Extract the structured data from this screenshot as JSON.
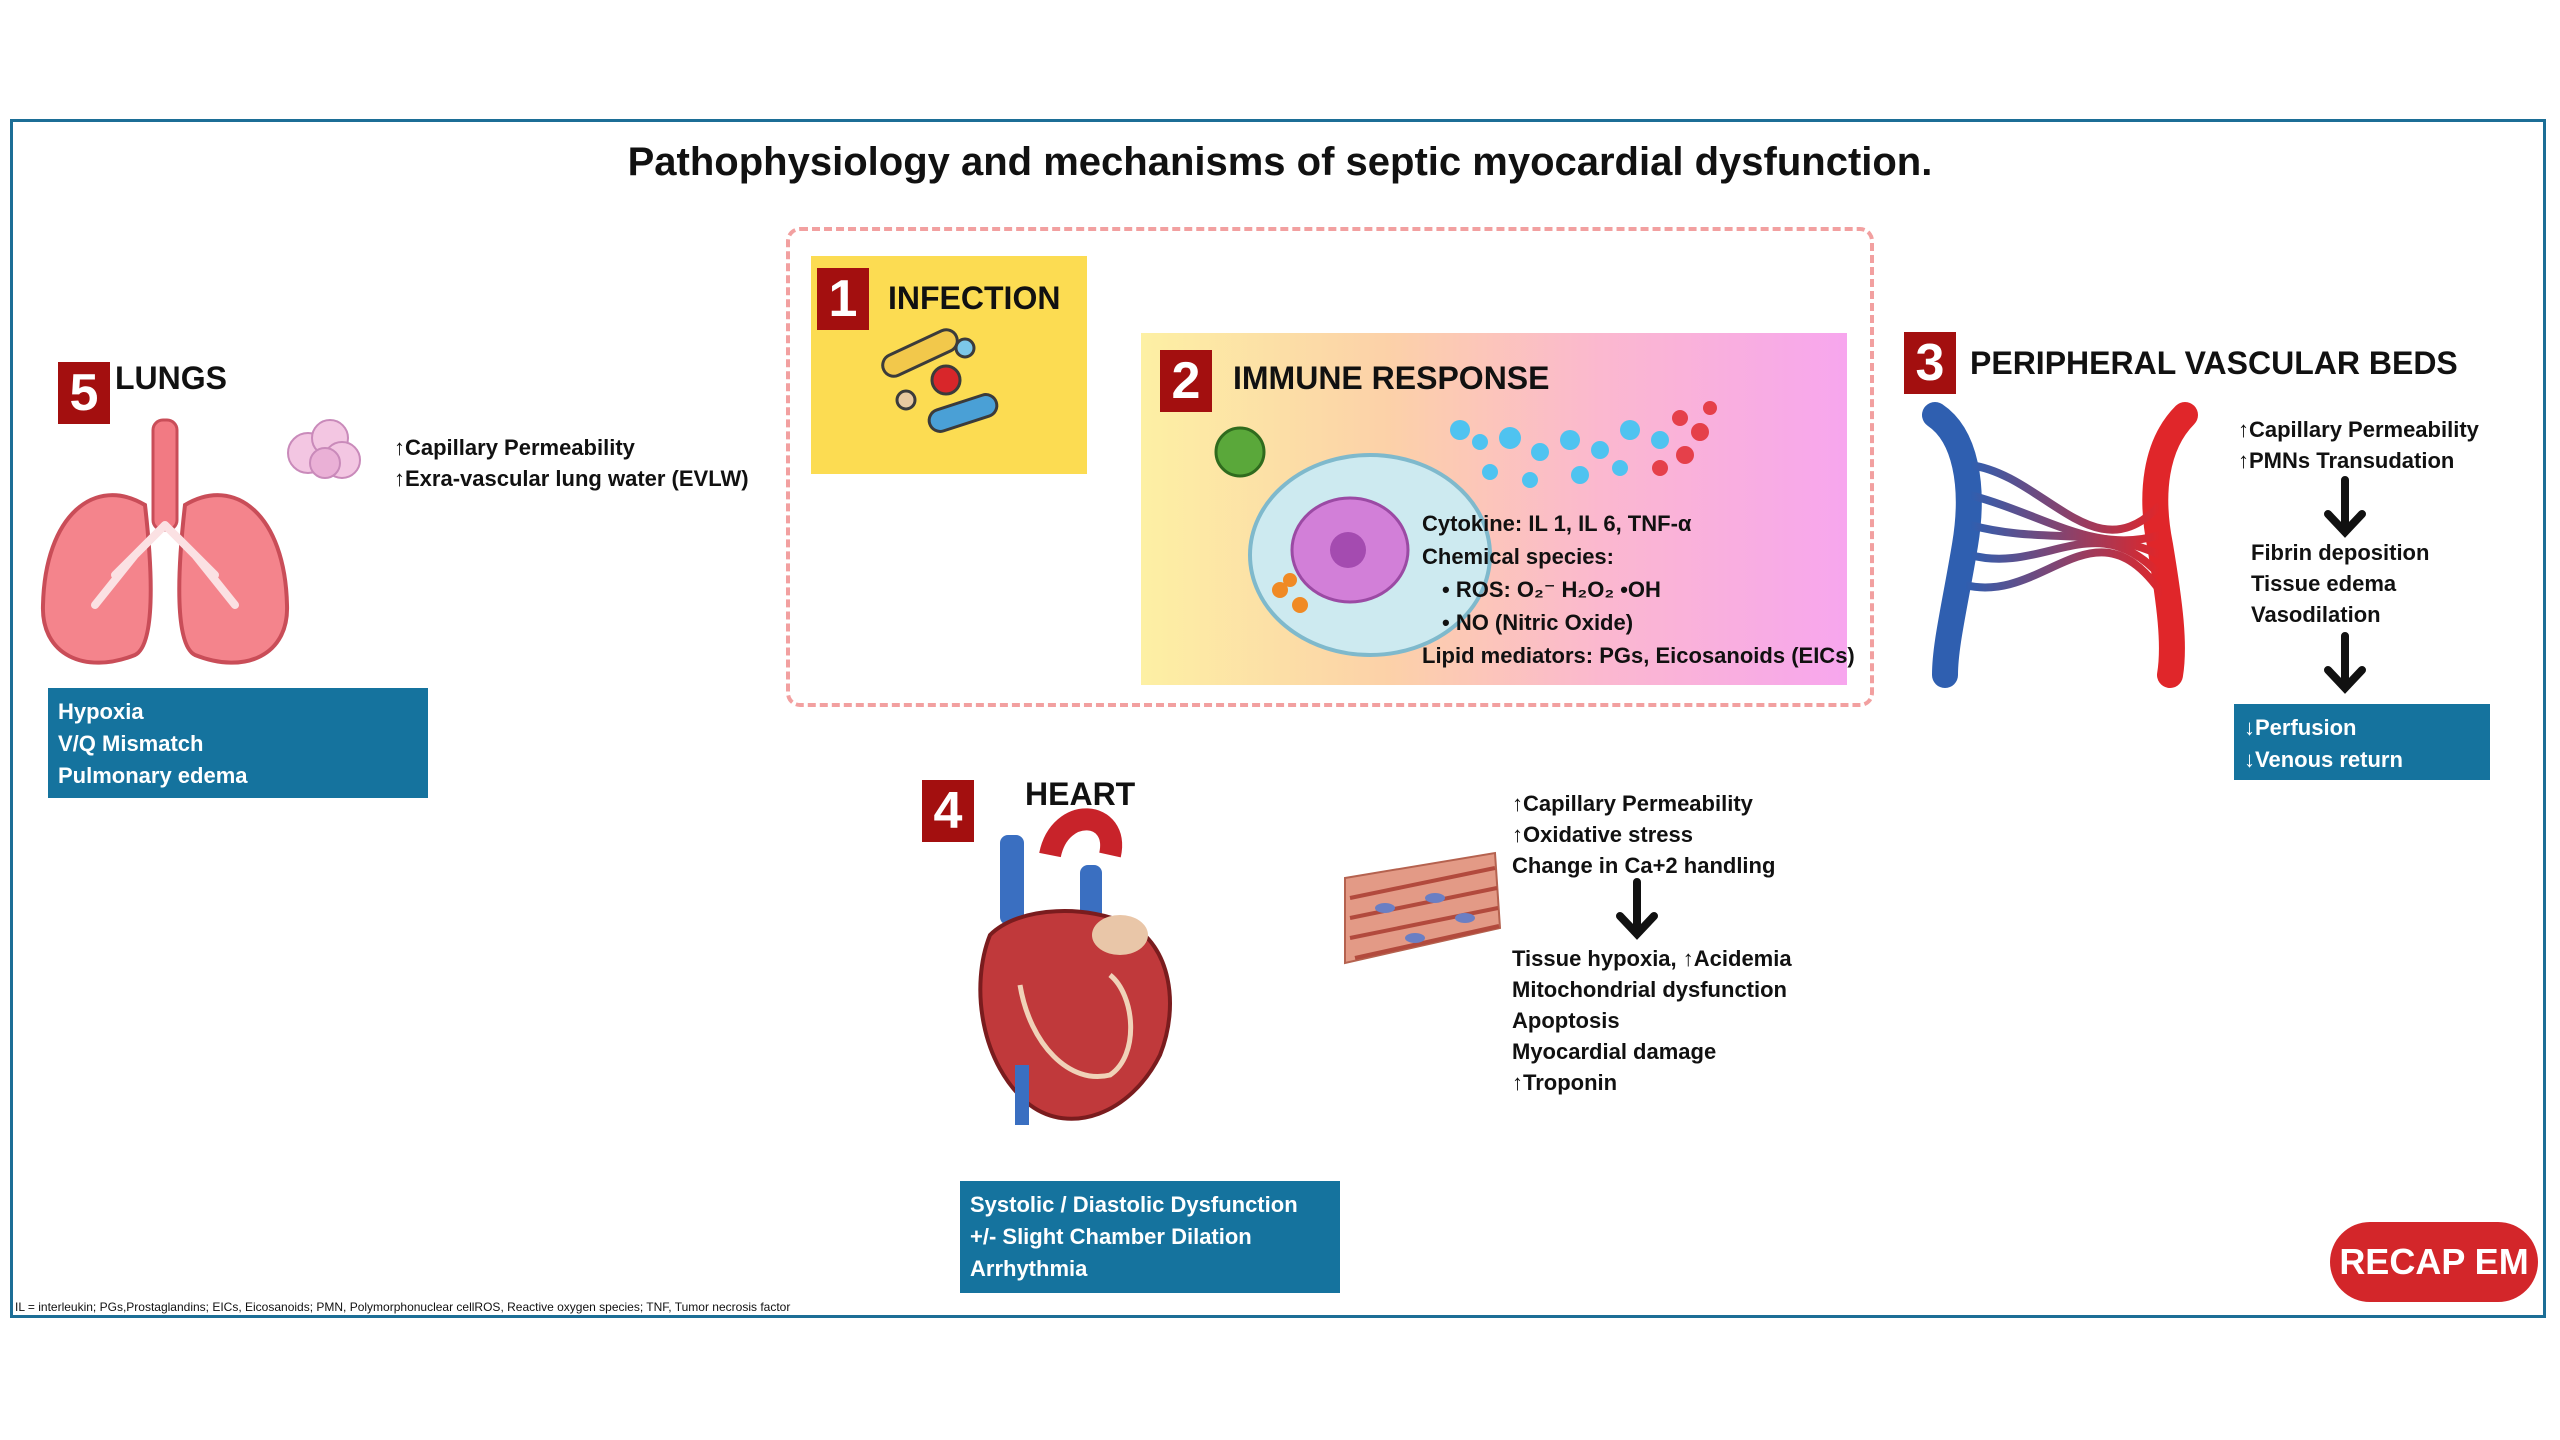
{
  "title": "Pathophysiology and mechanisms of septic myocardial dysfunction.",
  "infection": {
    "number": "1",
    "label": "INFECTION"
  },
  "immune": {
    "number": "2",
    "label": "IMMUNE RESPONSE",
    "lines": [
      "Cytokine: IL 1, IL 6, TNF-α",
      "Chemical species:",
      "• ROS: O₂⁻ H₂O₂ •OH",
      "• NO (Nitric Oxide)",
      "Lipid mediators: PGs, Eicosanoids (EICs)"
    ]
  },
  "vascular": {
    "number": "3",
    "label": "PERIPHERAL VASCULAR BEDS",
    "effects_top": [
      "↑Capillary Permeability",
      "↑PMNs Transudation"
    ],
    "effects_mid": [
      "Fibrin deposition",
      "Tissue edema",
      "Vasodilation"
    ],
    "outcomes": [
      "↓Perfusion",
      "↓Venous return"
    ]
  },
  "heart": {
    "number": "4",
    "label": "HEART",
    "effects_top": [
      "↑Capillary Permeability",
      "↑Oxidative stress",
      "Change in Ca+2 handling"
    ],
    "effects_bottom": [
      "Tissue hypoxia, ↑Acidemia",
      "Mitochondrial dysfunction",
      "Apoptosis",
      "Myocardial damage",
      "↑Troponin"
    ],
    "outcomes": [
      "Systolic / Diastolic Dysfunction",
      "+/- Slight Chamber Dilation",
      "Arrhythmia"
    ]
  },
  "lungs": {
    "number": "5",
    "label": "LUNGS",
    "effects": [
      "↑Capillary Permeability",
      "↑Exra-vascular lung water (EVLW)"
    ],
    "outcomes": [
      "Hypoxia",
      "V/Q Mismatch",
      "Pulmonary edema"
    ]
  },
  "footnote": "IL = interleukin; PGs,Prostaglandins;  EICs, Eicosanoids; PMN, Polymorphonuclear cellROS, Reactive oxygen species; TNF, Tumor necrosis factor",
  "logo": "RECAP EM",
  "colors": {
    "number_box": "#a30f0f",
    "outcome_box": "#15739e",
    "frame": "#1c6e96",
    "dashed_border": "#f2a0a0",
    "infection_bg": "#fcdc52"
  }
}
